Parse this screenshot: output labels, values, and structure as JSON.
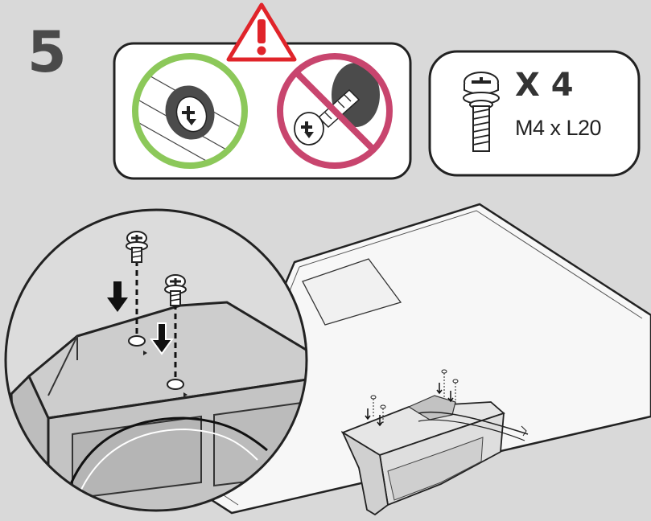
{
  "step": {
    "number": "5"
  },
  "warning_panel": {
    "correct_icon": "correct-screw-seated-flush-icon",
    "incorrect_icon": "incorrect-screw-not-seated-icon",
    "warning_icon": "warning-triangle-icon"
  },
  "parts": {
    "count": "X 4",
    "size": "M4 x L20",
    "icon": "screw-icon"
  },
  "colors": {
    "correct_ring": "#8cc85a",
    "incorrect_ring": "#c8456e",
    "warning": "#e0242a",
    "background": "#d9d9d9"
  }
}
